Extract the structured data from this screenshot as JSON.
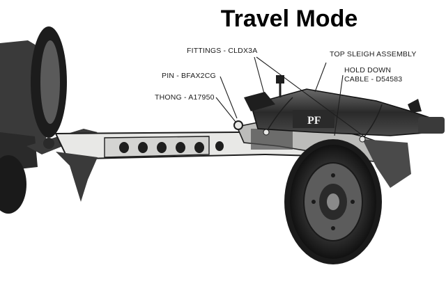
{
  "title": "Travel Mode",
  "callouts": {
    "fittings": "FITTINGS - CLDX3A",
    "pin": "PIN - BFAX2CG",
    "thong": "THONG - A17950",
    "top_sleigh": "TOP SLEIGH ASSEMBLY",
    "hold_down_1": "HOLD DOWN",
    "hold_down_2": "CABLE - D54583"
  },
  "markings": {
    "barrel_label": "PF"
  },
  "colors": {
    "ink": "#1e1e1e",
    "shade": "#4a4a4a",
    "paper": "#f4f4f2",
    "background": "#ffffff"
  }
}
